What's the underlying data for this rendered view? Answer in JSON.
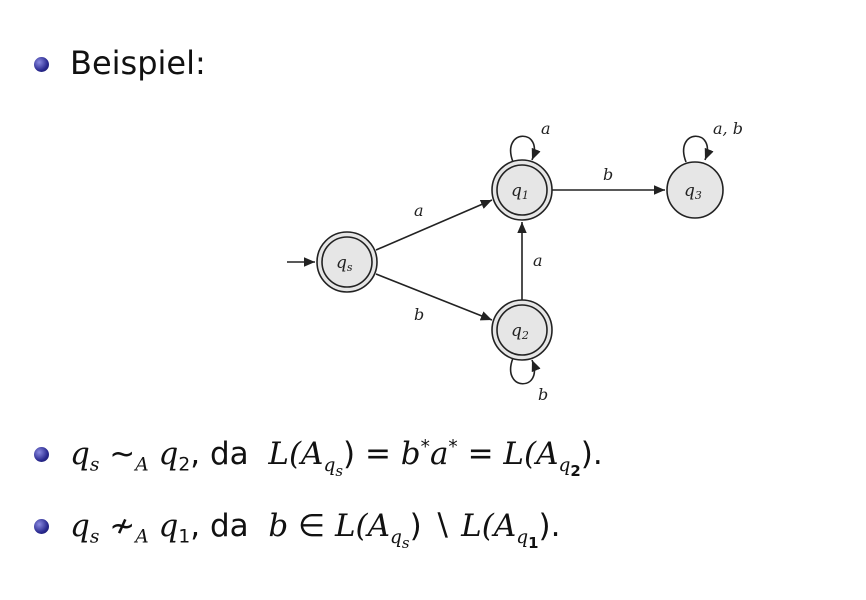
{
  "heading": "Beispiel:",
  "automaton": {
    "states": [
      {
        "id": "qs",
        "label": "q",
        "sub": "s",
        "accepting": true,
        "initial": true
      },
      {
        "id": "q1",
        "label": "q",
        "sub": "1",
        "accepting": true
      },
      {
        "id": "q2",
        "label": "q",
        "sub": "2",
        "accepting": true
      },
      {
        "id": "q3",
        "label": "q",
        "sub": "3",
        "accepting": false
      }
    ],
    "transitions": [
      {
        "from": "qs",
        "to": "q1",
        "label": "a"
      },
      {
        "from": "qs",
        "to": "q2",
        "label": "b"
      },
      {
        "from": "q2",
        "to": "q1",
        "label": "a"
      },
      {
        "from": "q1",
        "to": "q3",
        "label": "b"
      },
      {
        "from": "q1",
        "to": "q1",
        "label": "a"
      },
      {
        "from": "q2",
        "to": "q2",
        "label": "b"
      },
      {
        "from": "q3",
        "to": "q3",
        "label": "a, b"
      }
    ]
  },
  "statements": [
    {
      "lhs": "q",
      "lhs_sub": "s",
      "rel": "∼",
      "rel_sub": "A",
      "rhs": "q",
      "rhs_sub": "2",
      "da": ", da",
      "L1": "L(",
      "A1": "A",
      "A1_sub": "q",
      "A1_subsub": "s",
      "close1": ")",
      "eq1": " = ",
      "expr": "b",
      "star1": "*",
      "expr2": "a",
      "star2": "*",
      "eq2": " = ",
      "L2": "L(",
      "A2": "A",
      "A2_sub": "q",
      "A2_subsub": "2",
      "close2": ").",
      "end": ""
    },
    {
      "lhs": "q",
      "lhs_sub": "s",
      "rel": "≁",
      "rel_sub": "A",
      "rhs": "q",
      "rhs_sub": "1",
      "da": ", da",
      "b": "b",
      "in": " ∈ ",
      "L1": "L(",
      "A1": "A",
      "A1_sub": "q",
      "A1_subsub": "s",
      "close1": ")",
      "setminus": " ∖ ",
      "L2": "L(",
      "A2": "A",
      "A2_sub": "q",
      "A2_subsub": "1",
      "close2": ")."
    }
  ]
}
